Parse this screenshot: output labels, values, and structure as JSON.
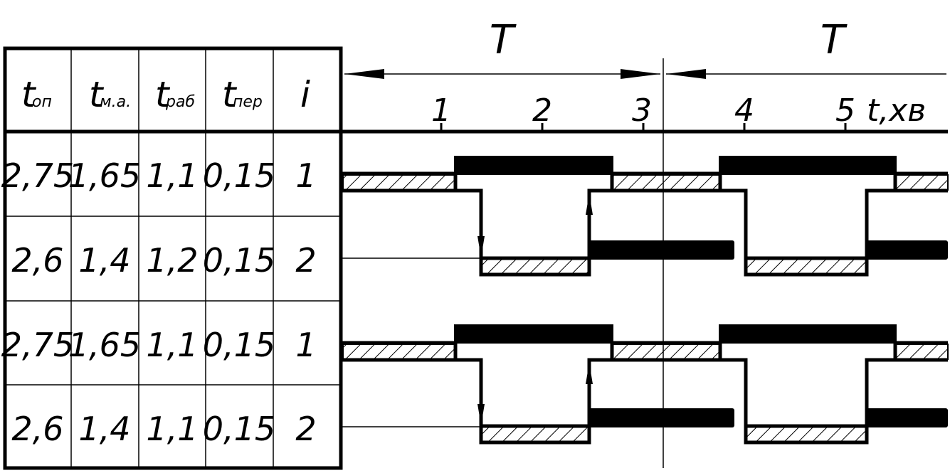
{
  "header": {
    "columns": [
      {
        "main": "t",
        "sub": "оп"
      },
      {
        "main": "t",
        "sub": "м.а."
      },
      {
        "main": "t",
        "sub": "раб"
      },
      {
        "main": "t",
        "sub": "пер"
      },
      {
        "main": "i",
        "sub": ""
      }
    ]
  },
  "rows": [
    {
      "cells": [
        "2,75",
        "1,65",
        "1,1",
        "0,15",
        "1"
      ]
    },
    {
      "cells": [
        "2,6",
        "1,4",
        "1,2",
        "0,15",
        "2"
      ]
    },
    {
      "cells": [
        "2,75",
        "1,65",
        "1,1",
        "0,15",
        "1"
      ]
    },
    {
      "cells": [
        "2,6",
        "1,4",
        "1,1",
        "0,15",
        "2"
      ]
    }
  ],
  "timeline": {
    "period_labels": [
      "T",
      "T"
    ],
    "ticks": [
      "1",
      "2",
      "3",
      "4",
      "5"
    ],
    "axis_label": "t,хв"
  },
  "colors": {
    "ink": "#000000",
    "background": "#ffffff"
  }
}
